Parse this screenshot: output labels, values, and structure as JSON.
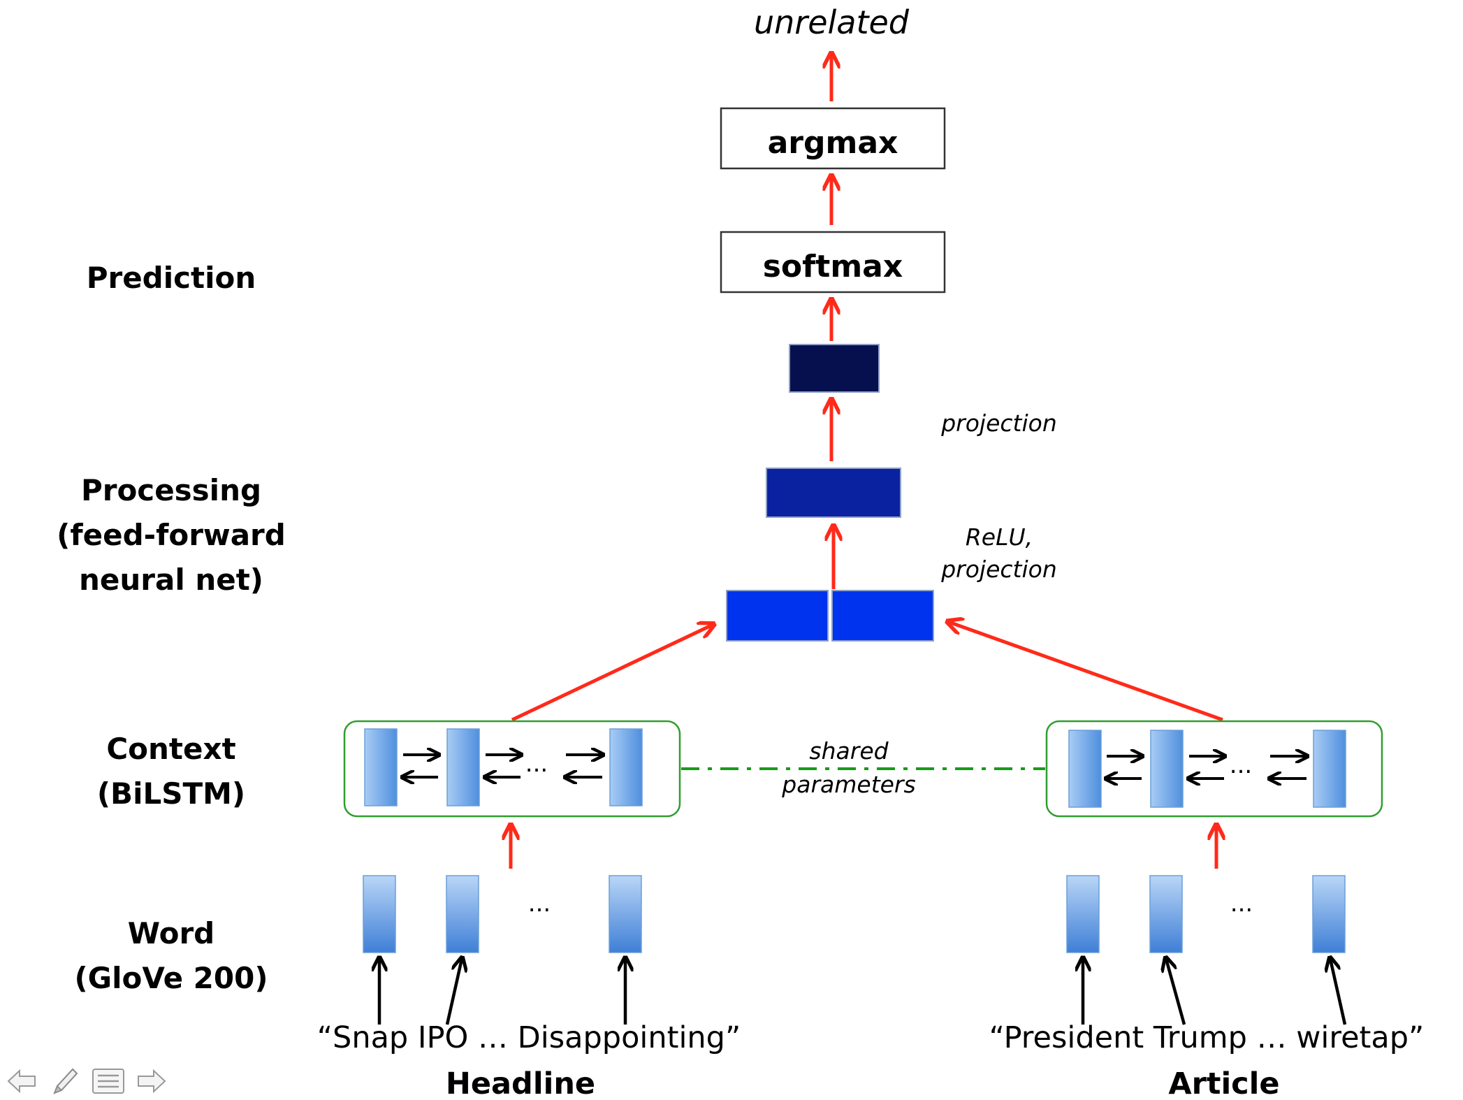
{
  "output_label": "unrelated",
  "boxes": {
    "argmax": "argmax",
    "softmax": "softmax"
  },
  "layers": {
    "prediction": "Prediction",
    "processing": [
      "Processing",
      "(feed-forward",
      "neural net)"
    ],
    "context": [
      "Context",
      "(BiLSTM)"
    ],
    "word": [
      "Word",
      "(GloVe 200)"
    ]
  },
  "notes": {
    "projection": "projection",
    "relu": [
      "ReLU,",
      "projection"
    ],
    "shared": [
      "shared",
      "parameters"
    ]
  },
  "ellipsis": "...",
  "inputs": {
    "headline_text": "“Snap IPO … Disappointing”",
    "headline_label": "Headline",
    "article_text": "“President Trump … wiretap”",
    "article_label": "Article"
  },
  "colors": {
    "arrow_red": "#ff2a1a",
    "dark_navy": "#06104f",
    "mid_blue": "#0a22a0",
    "bright_blue": "#0033ee",
    "cell_blue": "#6aa8ea",
    "context_border": "#2f9e2f",
    "shared_dash": "#1a9a1a"
  },
  "nav_icons": [
    "arrow-left-icon",
    "pen-icon",
    "menu-icon",
    "arrow-right-icon"
  ]
}
